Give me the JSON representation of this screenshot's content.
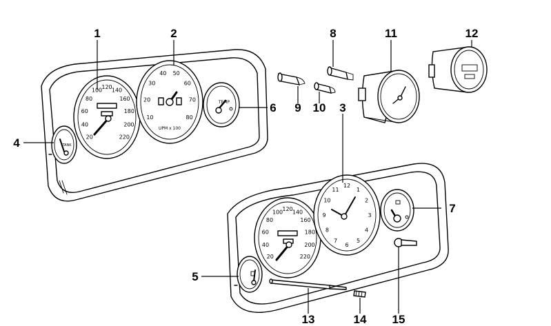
{
  "callouts": {
    "c1": "1",
    "c2": "2",
    "c3": "3",
    "c4": "4",
    "c5": "5",
    "c6": "6",
    "c7": "7",
    "c8": "8",
    "c9": "9",
    "c10": "10",
    "c11": "11",
    "c12": "12",
    "c13": "13",
    "c14": "14",
    "c15": "15"
  },
  "speedo_upper": {
    "ticks": [
      "20",
      "40",
      "60",
      "80",
      "100",
      "120",
      "140",
      "160",
      "180",
      "200",
      "220"
    ]
  },
  "tacho": {
    "ticks": [
      "10",
      "20",
      "30",
      "40",
      "50",
      "60",
      "70",
      "80"
    ],
    "unit": "UPM x 100"
  },
  "temp_gauge": {
    "label": "TEMP"
  },
  "fuel_gauge_upper": {
    "label": "TANK"
  },
  "clock": {
    "numerals": [
      "12",
      "1",
      "2",
      "3",
      "4",
      "5",
      "6",
      "7",
      "8",
      "9",
      "10",
      "11"
    ]
  },
  "speedo_lower": {
    "ticks": [
      "20",
      "40",
      "60",
      "80",
      "100",
      "120",
      "140",
      "160",
      "180",
      "200",
      "220"
    ]
  }
}
